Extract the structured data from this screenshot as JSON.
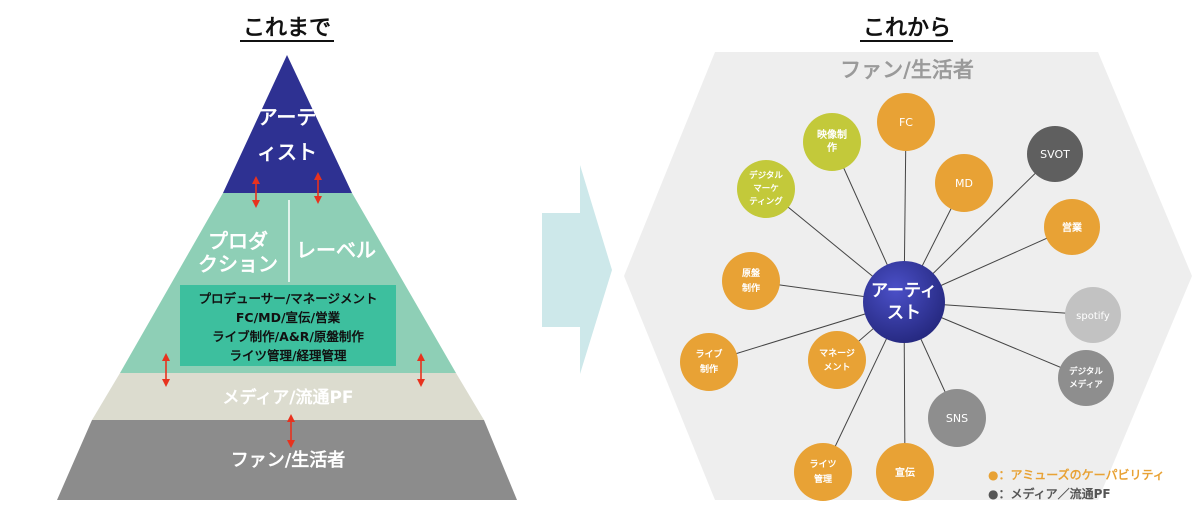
{
  "left": {
    "heading": "これまで",
    "artist_line1": "アーテ",
    "artist_line2": "ィスト",
    "production_line1": "プロダ",
    "production_line2": "クション",
    "label": "レーベル",
    "functions": [
      "プロデューサー/マネージメント",
      "FC/MD/宣伝/営業",
      "ライブ制作/A&R/原盤制作",
      "ライツ管理/経理管理"
    ],
    "media": "メディア/流通PF",
    "fans": "ファン/生活者"
  },
  "right": {
    "heading": "これから",
    "fans": "ファン/生活者",
    "center_line1": "アーティ",
    "center_line2": "スト",
    "nodes": {
      "fc": "FC",
      "video": [
        "映像制",
        "作"
      ],
      "svot": "SVOT",
      "digital_marketing": [
        "デジタル",
        "マーケ",
        "ティング"
      ],
      "md": "MD",
      "sales": "営業",
      "master": [
        "原盤",
        "制作"
      ],
      "spotify": "spotify",
      "live": [
        "ライブ",
        "制作"
      ],
      "management": [
        "マネージ",
        "メント"
      ],
      "digital_media": [
        "デジタル",
        "メディア"
      ],
      "sns": "SNS",
      "rights": [
        "ライツ",
        "管理"
      ],
      "promo": "宣伝"
    },
    "legend": {
      "amuse": "●：アミューズのケーパビリティ",
      "media": "●：メディア／流通PF"
    }
  },
  "colors": {
    "artist": "#2e3192",
    "production": "#8ecfb6",
    "functions_box": "#3dbf9e",
    "media_band": "#dcdccf",
    "fan_band": "#8c8c8c",
    "arrow_red": "#e8321e",
    "chevron": "#cde8ea",
    "hexagon": "#eeeeee",
    "orange": "#e8a235",
    "olive": "#c3c93a",
    "dark_gray": "#5f5f5f",
    "light_gray": "#b4b4b4",
    "mid_gray": "#8e8e8e"
  }
}
